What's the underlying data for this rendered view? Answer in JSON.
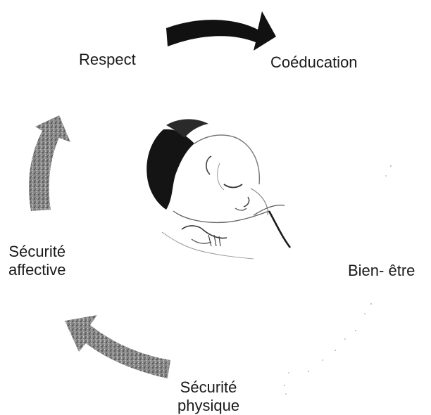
{
  "diagram": {
    "type": "cycle",
    "nodes": {
      "respect": "Respect",
      "coeducation": "Coéducation",
      "bien_etre": "Bien- être",
      "securite_affective": {
        "line1": "Sécurité",
        "line2": "affective"
      },
      "securite_physique": {
        "line1": "Sécurité",
        "line2": "physique"
      }
    },
    "center_image": "sleeping-baby",
    "arrow_colors": {
      "solid": "#111111",
      "textured": "#7a7a7a"
    }
  }
}
